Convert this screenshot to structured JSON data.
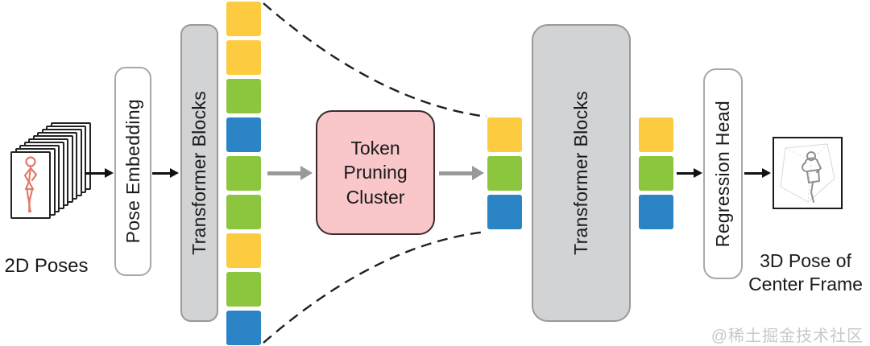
{
  "labels": {
    "input": "2D Poses",
    "pose_embedding": "Pose Embedding",
    "transformer_blocks_1": "Transformer Blocks",
    "pruning_line1": "Token",
    "pruning_line2": "Pruning",
    "pruning_line3": "Cluster",
    "transformer_blocks_2": "Transformer Blocks",
    "regression_head": "Regression Head",
    "output_line1": "3D Pose of",
    "output_line2": "Center Frame",
    "watermark": "@稀土掘金技术社区"
  },
  "tokens": {
    "full_sequence": [
      "yellow",
      "yellow",
      "green",
      "blue",
      "green",
      "green",
      "yellow",
      "green",
      "blue"
    ],
    "pruned_input": [
      "yellow",
      "green",
      "blue"
    ],
    "pruned_output": [
      "yellow",
      "green",
      "blue"
    ]
  },
  "colors": {
    "yellow": "#FCCB3F",
    "green": "#8CC63E",
    "blue": "#2B84C6",
    "pink_box": "#F9C6CA",
    "gray_box": "#D2D3D5",
    "figure_2d": "#DF7A6C",
    "figure_3d": "#8f8f8f"
  }
}
